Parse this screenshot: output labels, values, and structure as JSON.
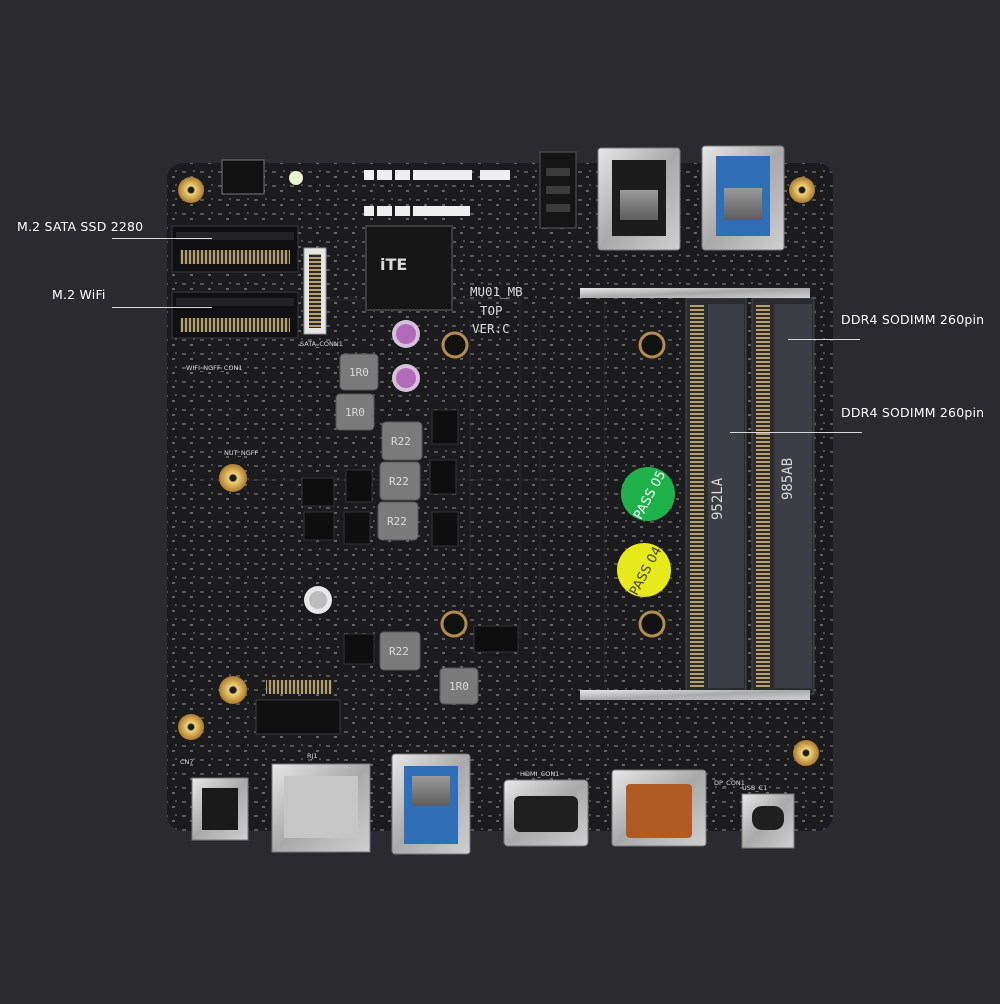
{
  "callouts": {
    "m2_sata": "M.2 SATA SSD 2280",
    "m2_wifi": "M.2 WiFi",
    "ddr4_slot_1": "DDR4 SODIMM 260pin",
    "ddr4_slot_2": "DDR4 SODIMM 260pin"
  },
  "board_markings": {
    "model": "MU01_MB",
    "side": "TOP",
    "version": "VER:C",
    "inductor_1r0": "1R0",
    "inductor_r22": "R22",
    "pass_05": "PASS 05",
    "pass_04": "PASS 04",
    "sodimm_label_a": "952LA",
    "sodimm_label_b": "985AB",
    "ite_logo": "iTE",
    "sata_conn": "SATA_CONN1",
    "wifi_conn": "WIFI_NGFF_CON1",
    "nut_ngff": "NUT_NGFF",
    "rj45": "RJ1",
    "hdmi": "HDMI_CON1",
    "dp": "DP_CON1",
    "usbc": "USB_C1",
    "dc_in": "CN7"
  },
  "colors": {
    "background": "#2b2b2f",
    "pcb": "#1b1b1d",
    "pass_green": "#1fb24a",
    "pass_yellow": "#e6ea1a",
    "brass": "#c9a24a",
    "usb_blue": "#2f6fb8"
  }
}
